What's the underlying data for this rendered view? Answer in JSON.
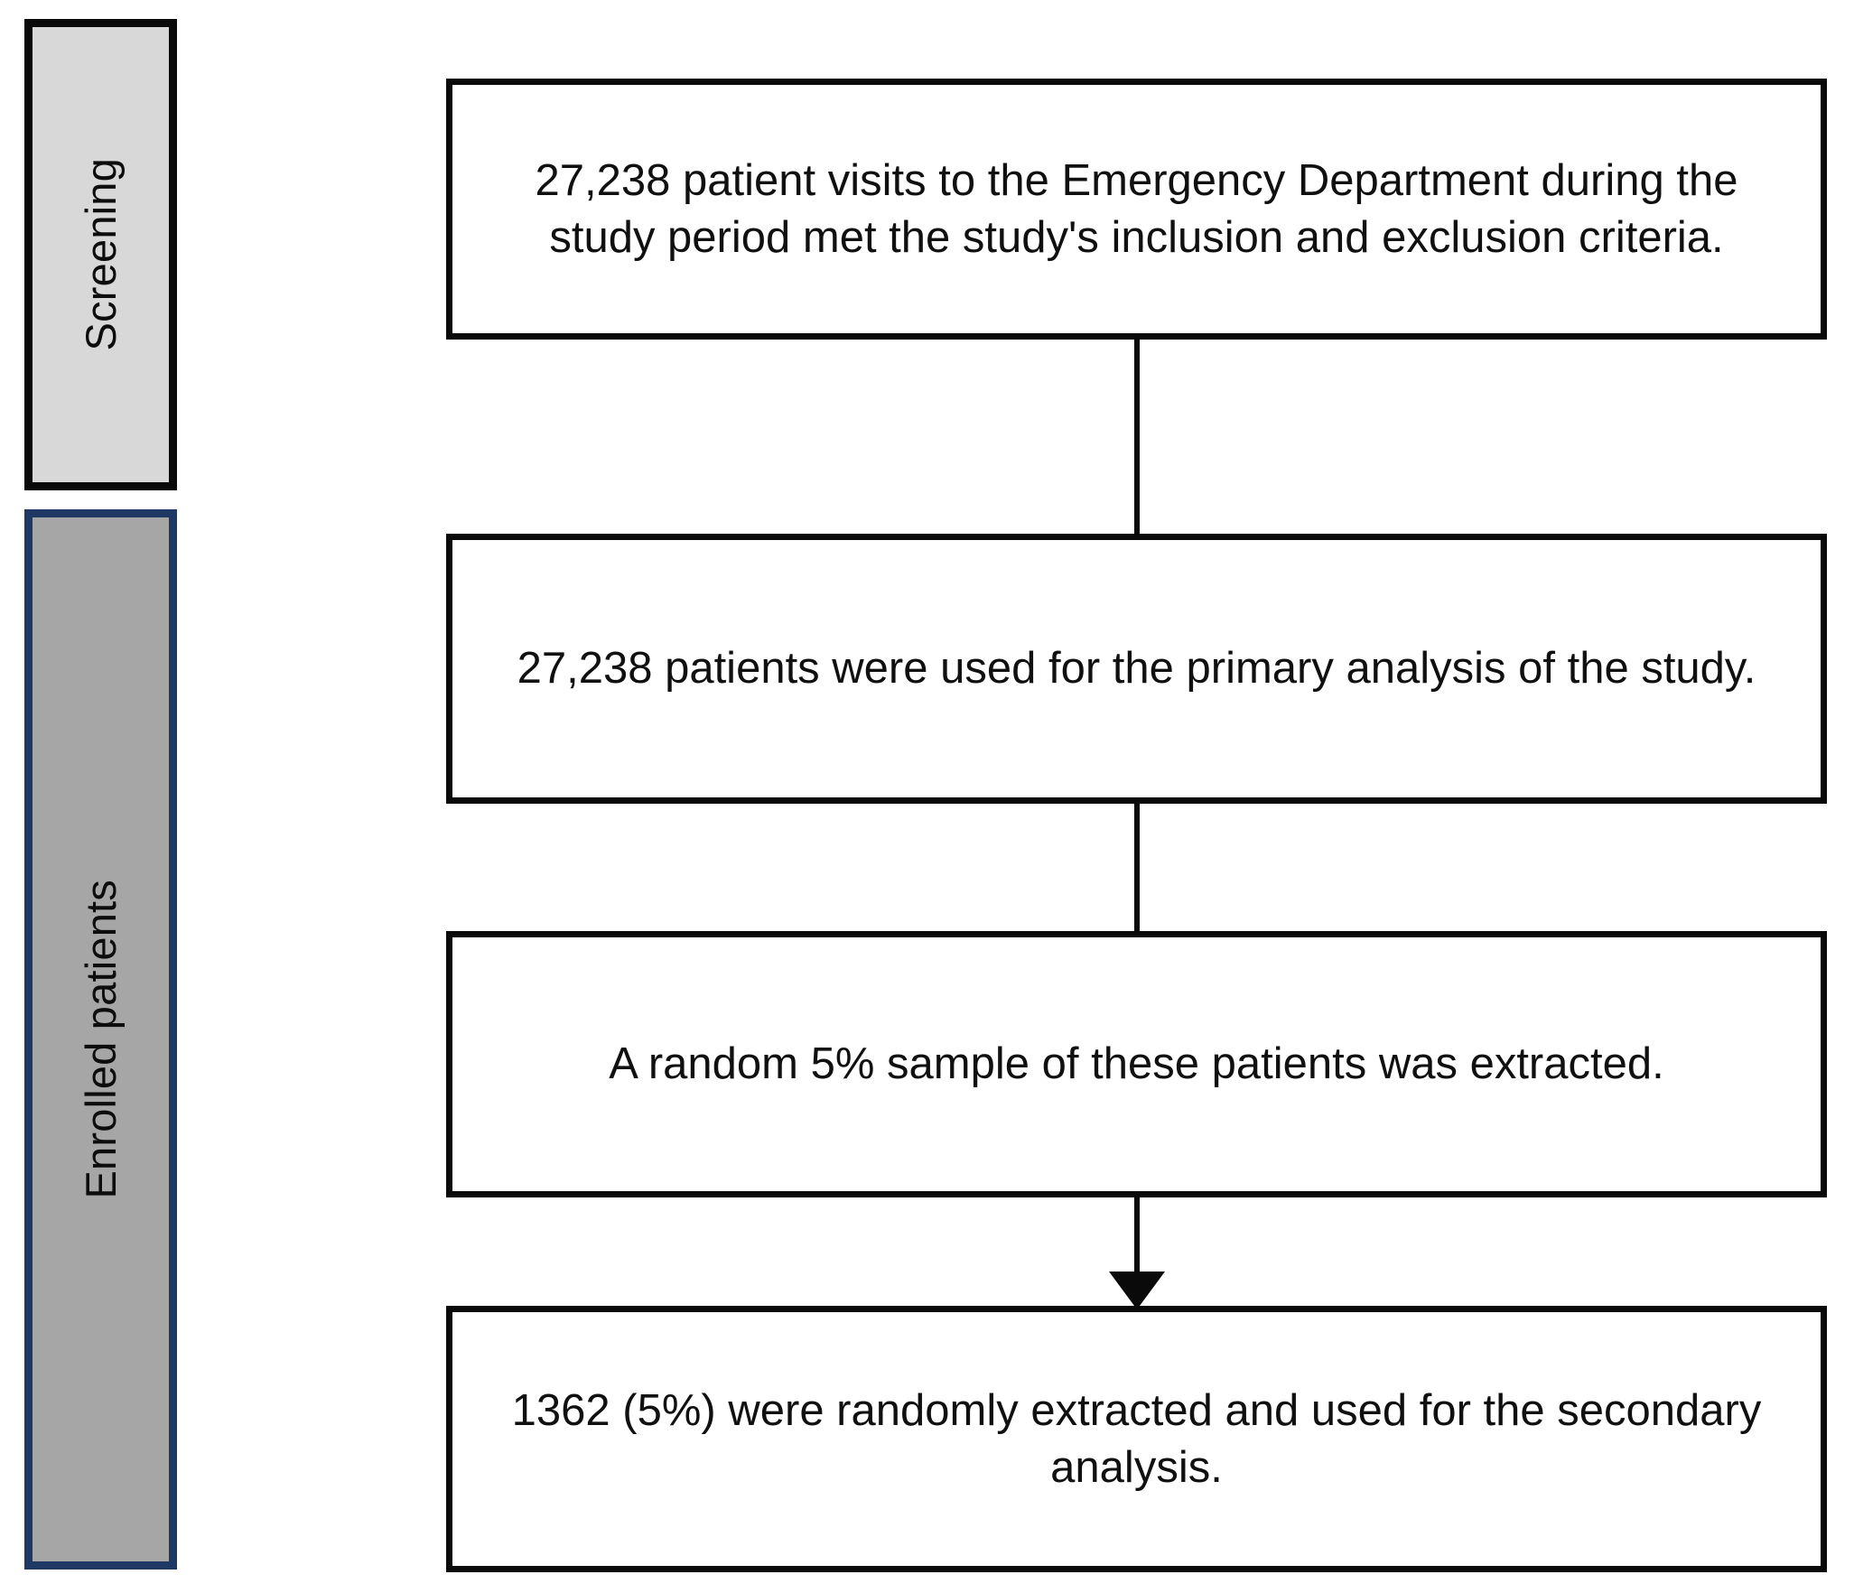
{
  "figure": {
    "type": "flowchart",
    "orientation": "vertical",
    "colors": {
      "screening_fill": "#D8D8D8",
      "screening_border": "#0A0A0A",
      "enrolled_fill": "#A6A6A6",
      "enrolled_border": "#1F3864",
      "box_fill": "#FFFFFF",
      "box_border": "#0A0A0A",
      "text": "#101010"
    }
  },
  "stages": [
    {
      "id": "screening",
      "label": "Screening"
    },
    {
      "id": "enrolled",
      "label": "Enrolled patients"
    }
  ],
  "flow": {
    "boxes": [
      {
        "id": "box-1",
        "stage": "screening",
        "text": "27,238 patient visits to the Emergency Department during the study period met the study's inclusion and exclusion criteria."
      },
      {
        "id": "box-2",
        "stage": "enrolled",
        "text": "27,238 patients were used for the primary analysis of the study."
      },
      {
        "id": "box-3",
        "stage": "enrolled",
        "text": "A random 5% sample of these patients was extracted."
      },
      {
        "id": "box-4",
        "stage": "enrolled",
        "text": "1362 (5%) were randomly extracted and used for the secondary analysis."
      }
    ],
    "connectors": [
      {
        "id": "connector-1",
        "from": "box-1",
        "to": "box-2",
        "arrow": false
      },
      {
        "id": "connector-2",
        "from": "box-2",
        "to": "box-3",
        "arrow": false
      },
      {
        "id": "connector-3",
        "from": "box-3",
        "to": "box-4",
        "arrow": true
      }
    ]
  }
}
